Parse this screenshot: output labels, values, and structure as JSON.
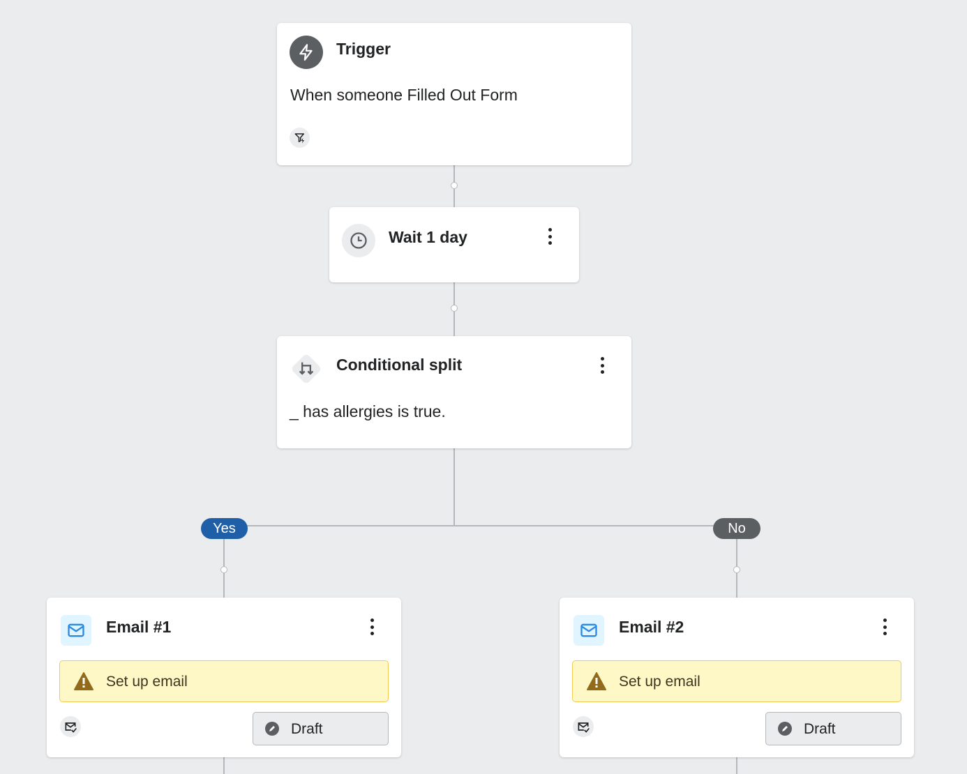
{
  "trigger": {
    "title": "Trigger",
    "description": "When someone Filled Out Form"
  },
  "wait": {
    "title": "Wait 1 day"
  },
  "split": {
    "title": "Conditional split",
    "description": "_ has allergies is true."
  },
  "branches": {
    "yes": "Yes",
    "no": "No"
  },
  "emails": [
    {
      "title": "Email #1",
      "warning": "Set up email",
      "status": "Draft"
    },
    {
      "title": "Email #2",
      "warning": "Set up email",
      "status": "Draft"
    }
  ],
  "colors": {
    "yes": "#1f5fa8",
    "no": "#5c5f62",
    "warning_bg": "#fef8c6",
    "email_icon": "#2b8ae0"
  }
}
